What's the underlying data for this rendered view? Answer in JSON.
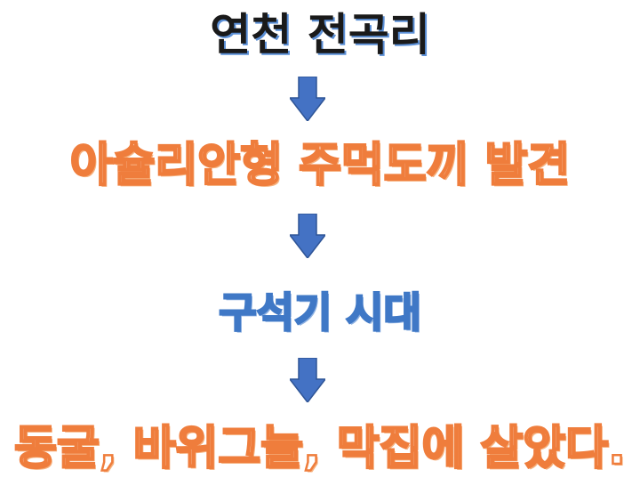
{
  "diagram": {
    "steps": [
      {
        "text": "연천 전곡리"
      },
      {
        "text": "아슐리안형 주먹도끼 발견"
      },
      {
        "text": "구석기 시대"
      },
      {
        "text": "동굴, 바위그늘, 막집에 살았다."
      }
    ],
    "arrow_icon": "down-arrow-icon",
    "colors": {
      "title_text": "#1a1a1a",
      "title_shadow": "#5b8fd6",
      "orange_outline": "#ef7d3c",
      "blue_outline": "#3f78c6",
      "arrow_fill": "#4472c4",
      "arrow_stroke": "#2f5597"
    }
  }
}
